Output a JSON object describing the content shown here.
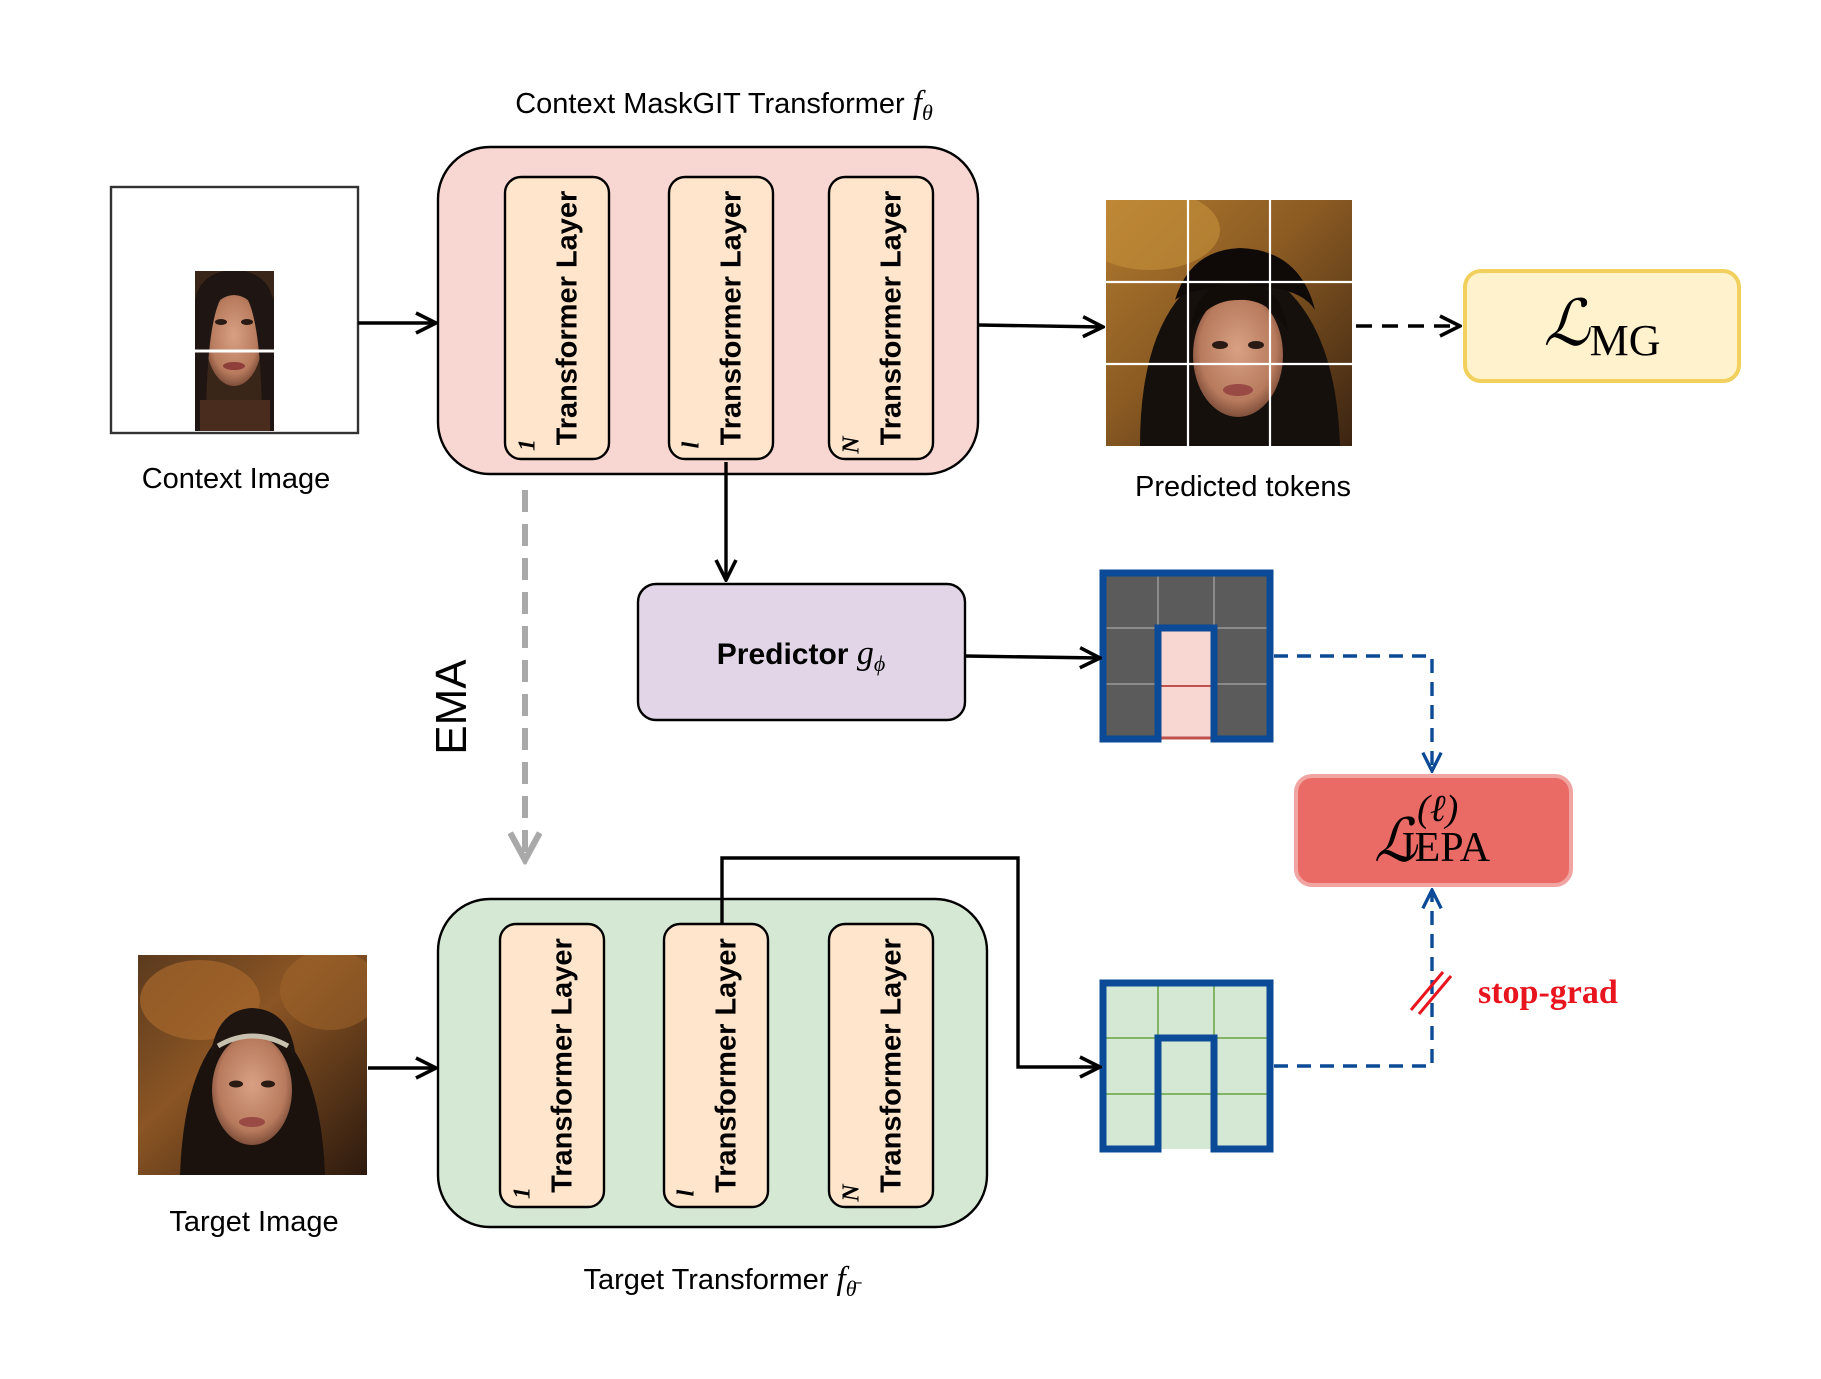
{
  "context_image": {
    "label": "Context Image"
  },
  "target_image": {
    "label": "Target Image"
  },
  "context_encoder": {
    "title_text": "Context MaskGIT Transformer ",
    "title_symbol": "f",
    "title_subscript": "θ",
    "layers": [
      {
        "label": "Transformer Layer",
        "index": "1"
      },
      {
        "label": "Transformer Layer",
        "index": "l"
      },
      {
        "label": "Transformer Layer",
        "index": "N"
      }
    ]
  },
  "target_encoder": {
    "title_text": "Target Transformer ",
    "title_symbol": "f",
    "title_subscript": "θ̄",
    "layers": [
      {
        "label": "Transformer Layer",
        "index": "1"
      },
      {
        "label": "Transformer Layer",
        "index": "l"
      },
      {
        "label": "Transformer Layer",
        "index": "N"
      }
    ]
  },
  "predicted_tokens": {
    "label": "Predicted tokens"
  },
  "predictor": {
    "label": "Predictor ",
    "symbol": "g",
    "subscript": "ϕ"
  },
  "ema": {
    "label": "EMA"
  },
  "loss_mg": {
    "symbol": "ℒ",
    "subscript": "MG"
  },
  "loss_jepa": {
    "symbol": "ℒ",
    "superscript": "(ℓ)",
    "subscript": "JEPA"
  },
  "stop_grad": {
    "label": "stop-grad"
  },
  "colors": {
    "encoder_fill": "#f8d7d3",
    "target_fill": "#d5e8d4",
    "layer_fill": "#ffe5cc",
    "predictor_fill": "#e1d5e7",
    "loss_mg_fill": "#fff2cc",
    "loss_mg_stroke": "#f2d05e",
    "loss_jepa_fill": "#ea6b66",
    "loss_jepa_stroke": "#f0a5a2",
    "grid_blue": "#0b4a96",
    "dark_cell": "#5b5b5b",
    "ema_gray": "#a9a9a9",
    "stop_grad_red": "#e8141e"
  }
}
